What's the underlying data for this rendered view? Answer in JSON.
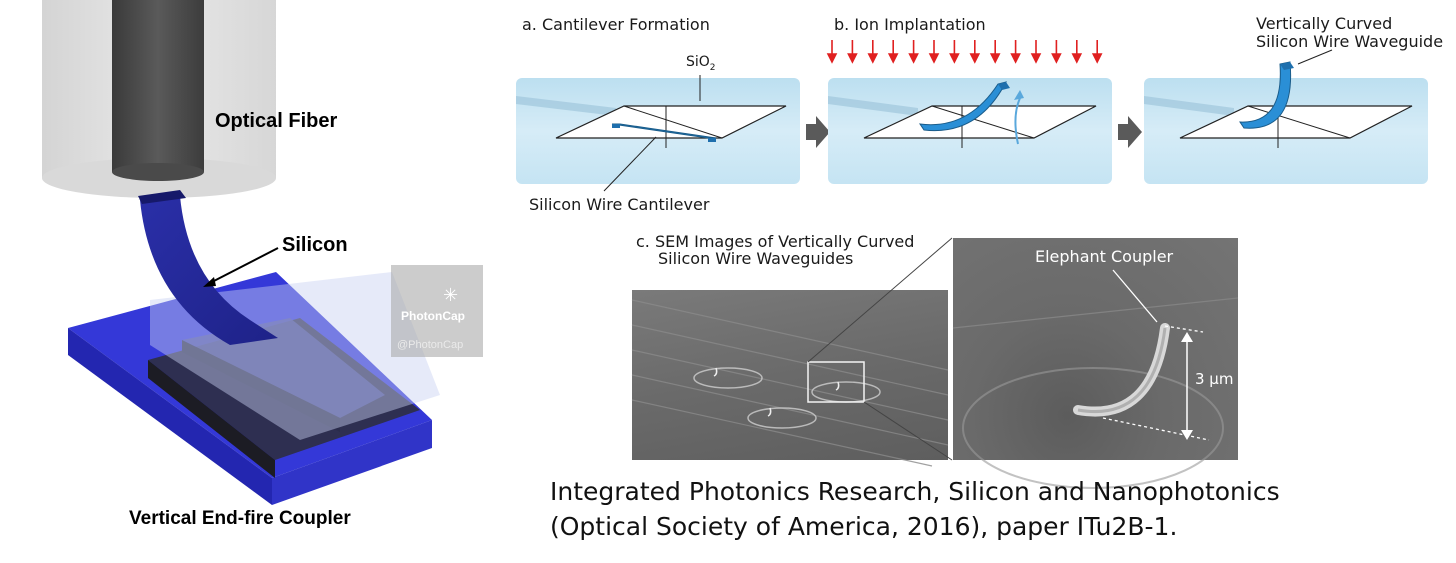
{
  "left_figure": {
    "optical_fiber_label": "Optical Fiber",
    "silicon_label": "Silicon",
    "caption": "Vertical End-fire Coupler",
    "watermark_name": "PhotonCap",
    "watermark_handle": "@PhotonCap"
  },
  "process": {
    "step_a": "a. Cantilever Formation",
    "step_b": "b. Ion Implantation",
    "final_title_line1": "Vertically Curved",
    "final_title_line2": "Silicon Wire Waveguide",
    "sio2_label": "SiO",
    "sio2_subscript": "2",
    "cantilever_label": "Silicon Wire Cantilever"
  },
  "sem": {
    "title_line1": "c. SEM Images of Vertically Curved",
    "title_line2": "Silicon Wire Waveguides",
    "coupler_label": "Elephant Coupler",
    "scale_label": "3 μm"
  },
  "citation": {
    "line1": "Integrated Photonics Research, Silicon and Nanophotonics",
    "line2": "(Optical Society of America, 2016), paper ITu2B-1."
  },
  "colors": {
    "substrate_blue": "#2b2fd6",
    "waveguide_blue": "#2a8fd6",
    "ion_arrow_red": "#e02020",
    "panel_blue": "#cfe8f5"
  }
}
